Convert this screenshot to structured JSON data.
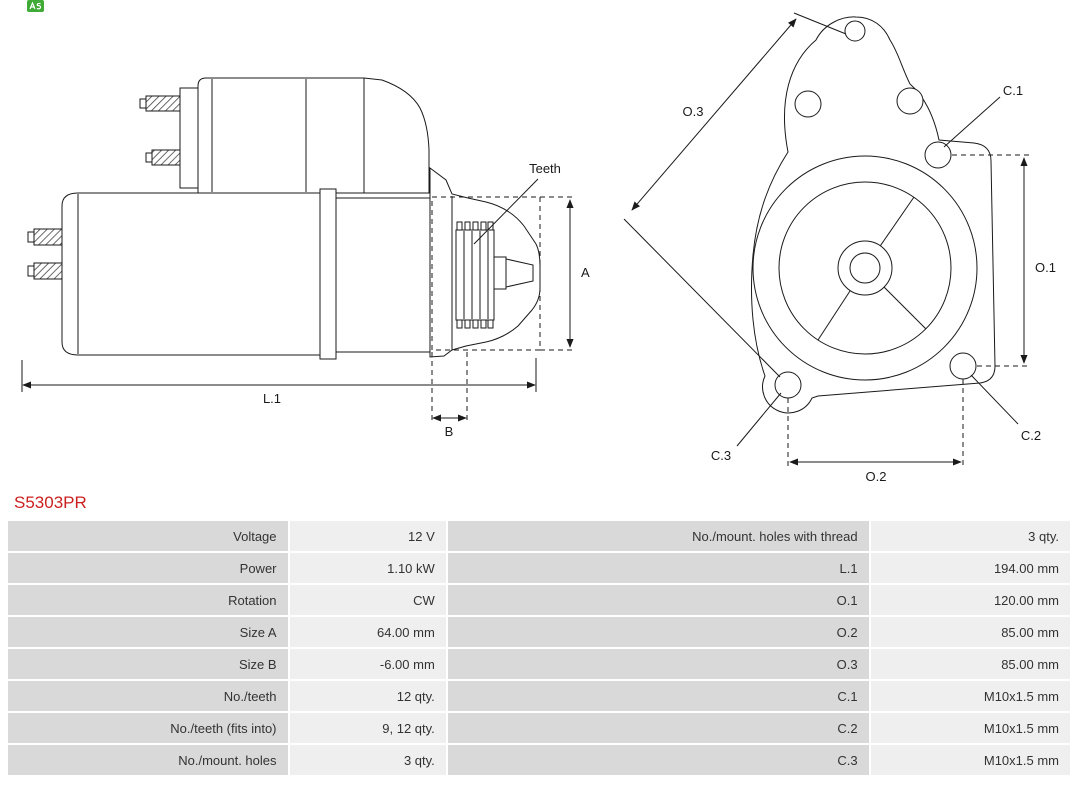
{
  "part_number": "S5303PR",
  "colors": {
    "part_number_red": "#cc2020",
    "table_label_bg": "#d9d9d9",
    "table_value_bg": "#efefef",
    "logo_green": "#3faa35",
    "line_color": "#1a1a1a"
  },
  "diagram": {
    "side_view": {
      "teeth_label": "Teeth",
      "dim_a": "A",
      "dim_b": "B",
      "dim_l1": "L.1"
    },
    "front_view": {
      "dim_o1": "O.1",
      "dim_o2": "O.2",
      "dim_o3": "O.3",
      "dim_c1": "C.1",
      "dim_c2": "C.2",
      "dim_c3": "C.3"
    }
  },
  "spec_table": {
    "rows": [
      [
        "Voltage",
        "12 V",
        "No./mount. holes with thread",
        "3 qty."
      ],
      [
        "Power",
        "1.10 kW",
        "L.1",
        "194.00 mm"
      ],
      [
        "Rotation",
        "CW",
        "O.1",
        "120.00 mm"
      ],
      [
        "Size A",
        "64.00 mm",
        "O.2",
        "85.00 mm"
      ],
      [
        "Size B",
        "-6.00 mm",
        "O.3",
        "85.00 mm"
      ],
      [
        "No./teeth",
        "12 qty.",
        "C.1",
        "M10x1.5 mm"
      ],
      [
        "No./teeth (fits into)",
        "9, 12 qty.",
        "C.2",
        "M10x1.5 mm"
      ],
      [
        "No./mount. holes",
        "3 qty.",
        "C.3",
        "M10x1.5 mm"
      ]
    ]
  }
}
